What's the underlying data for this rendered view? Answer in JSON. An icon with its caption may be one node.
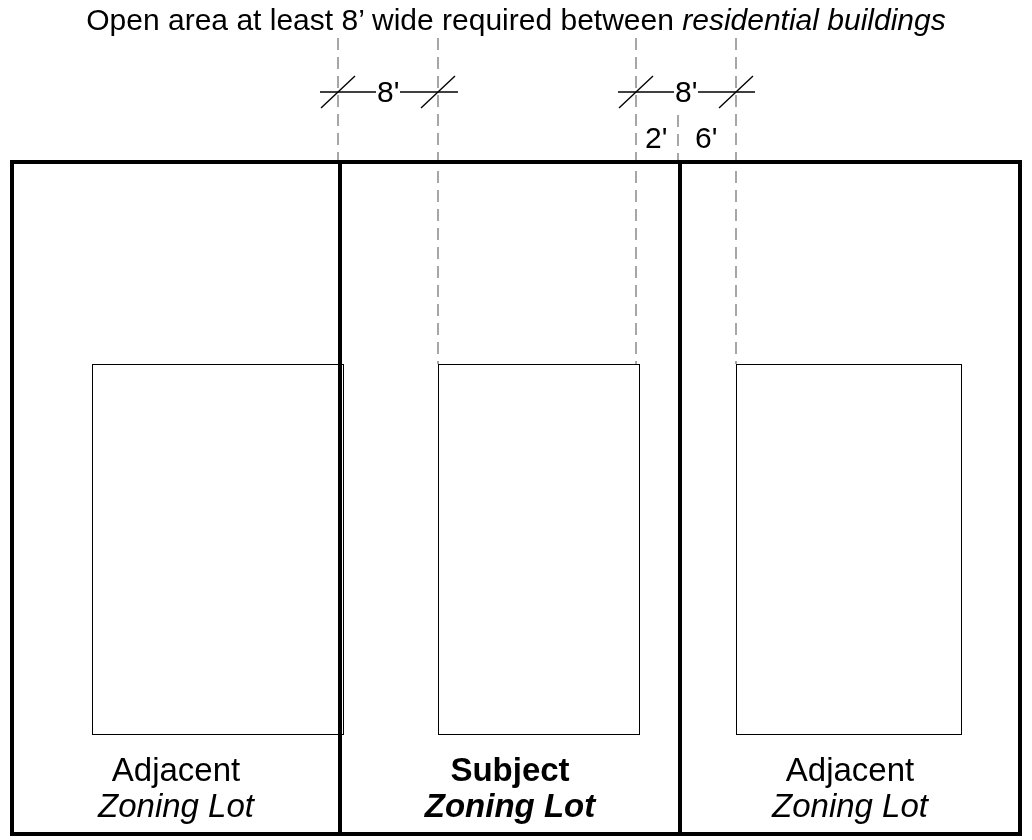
{
  "diagram": {
    "title": "Open area at least 8’ wide required between *residential buildings*",
    "nodes": [
      {
        "text": [
          "Adjacent",
          "Zoning Lot"
        ]
      },
      {
        "text": [],
        "shape": "box",
        "in": 0
      },
      {
        "text": [
          "Subject",
          "Zoning Lot"
        ]
      },
      {
        "text": [],
        "shape": "box",
        "in": 2
      },
      {
        "text": [
          "Adjacent",
          "Zoning Lot"
        ]
      },
      {
        "text": [],
        "shape": "box",
        "in": 4
      }
    ],
    "labels": [
      "8'",
      "8'",
      "2'",
      "6'"
    ]
  }
}
